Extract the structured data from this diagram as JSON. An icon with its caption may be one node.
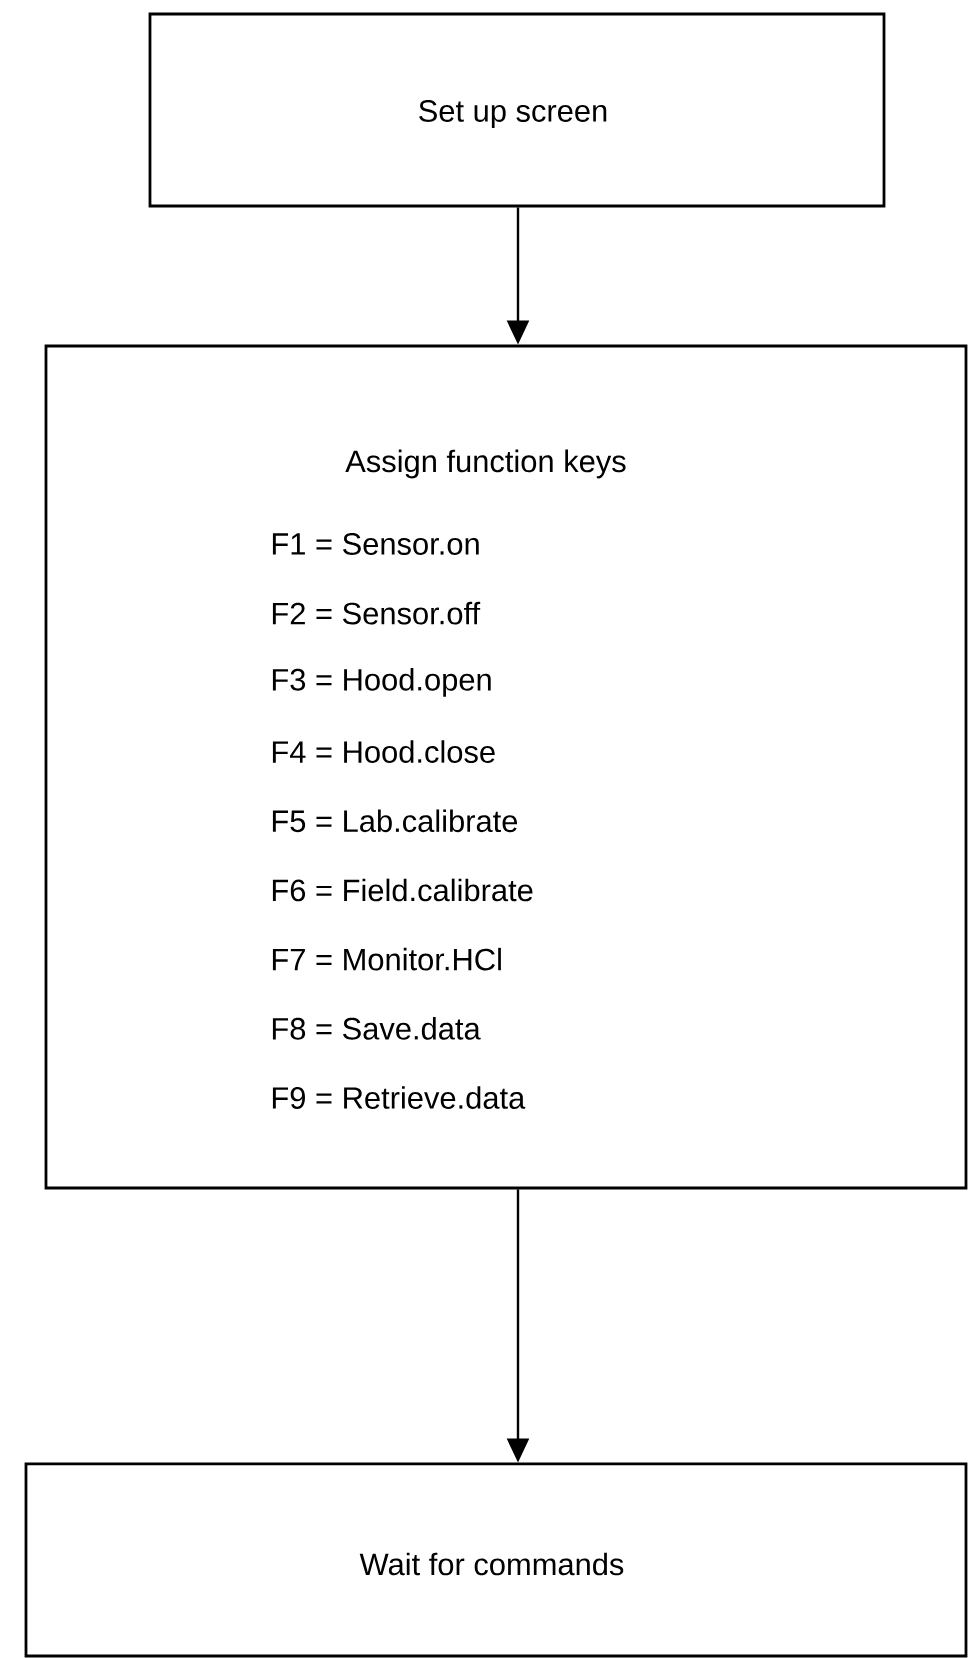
{
  "diagram": {
    "nodes": [
      {
        "text": [
          "Set up screen"
        ]
      },
      {
        "text": [
          "Assign function keys",
          "F1 = Sensor.on",
          "F2 = Sensor.off",
          "F3 = Hood.open",
          "F4 = Hood.close",
          "F5 = Lab.calibrate",
          "F6 = Field.calibrate",
          "F7 = Monitor.HCl",
          "F8 = Save.data",
          "F9 = Retrieve.data"
        ]
      },
      {
        "text": [
          "Wait for commands"
        ]
      }
    ],
    "edges": [
      {
        "from": 0,
        "to": 1,
        "arrow": "to"
      },
      {
        "from": 1,
        "to": 2,
        "arrow": "to"
      }
    ]
  }
}
